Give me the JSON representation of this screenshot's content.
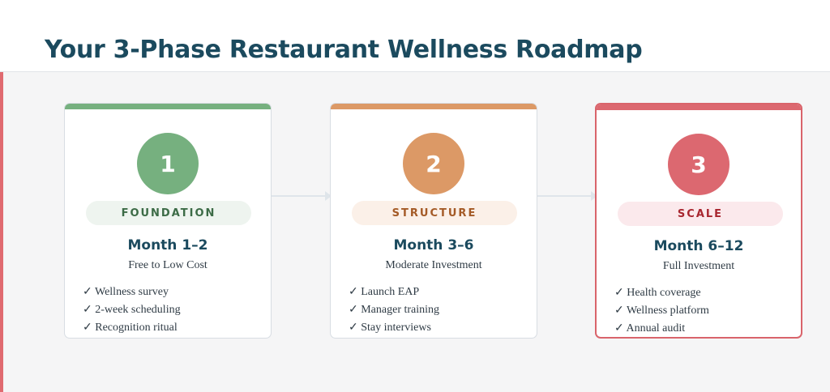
{
  "title": "Your 3-Phase Restaurant Wellness Roadmap",
  "colors": {
    "title": "#1b4a5e",
    "phase1": "#76b07f",
    "phase2": "#dc9966",
    "phase3": "#dc6870",
    "page_accent": "#e06a70"
  },
  "phases": [
    {
      "number": "1",
      "label": "FOUNDATION",
      "months": "Month 1–2",
      "cost": "Free to Low Cost",
      "items": [
        "✓ Wellness survey",
        "✓ 2-week scheduling",
        "✓ Recognition ritual"
      ]
    },
    {
      "number": "2",
      "label": "STRUCTURE",
      "months": "Month 3–6",
      "cost": "Moderate Investment",
      "items": [
        "✓ Launch EAP",
        "✓ Manager training",
        "✓ Stay interviews"
      ]
    },
    {
      "number": "3",
      "label": "SCALE",
      "months": "Month 6–12",
      "cost": "Full Investment",
      "items": [
        "✓ Health coverage",
        "✓ Wellness platform",
        "✓ Annual audit"
      ]
    }
  ]
}
